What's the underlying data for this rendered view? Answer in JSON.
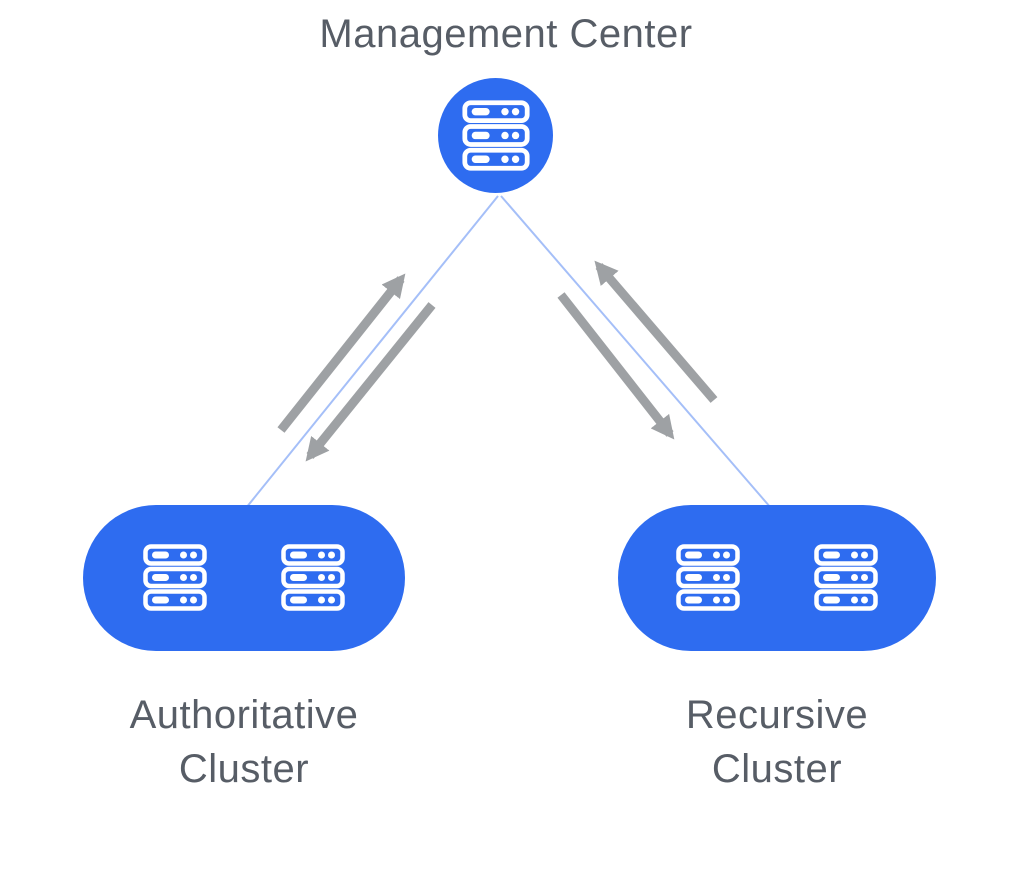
{
  "diagram": {
    "title": "Management Center",
    "management_center": {
      "label": "Management Center",
      "icon": "server-rack-icon"
    },
    "clusters": [
      {
        "id": "authoritative-cluster",
        "label_line1": "Authoritative",
        "label_line2": "Cluster",
        "server_count": 2,
        "icon": "server-rack-icon"
      },
      {
        "id": "recursive-cluster",
        "label_line1": "Recursive",
        "label_line2": "Cluster",
        "server_count": 2,
        "icon": "server-rack-icon"
      }
    ],
    "edges": [
      {
        "from": "Management Center",
        "to": "Authoritative Cluster",
        "direction": "bidirectional"
      },
      {
        "from": "Management Center",
        "to": "Recursive Cluster",
        "direction": "bidirectional"
      }
    ]
  },
  "colors": {
    "node_blue": "#2e6cf0",
    "icon_white": "#ffffff",
    "connector_blue": "#a5bff8",
    "arrow_gray": "#9ea1a4",
    "label_gray": "#575d66",
    "background": "#ffffff"
  }
}
